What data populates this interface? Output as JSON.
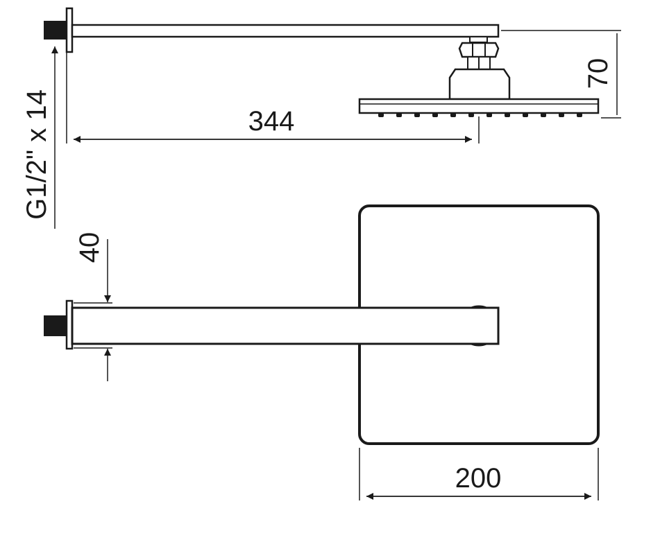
{
  "dimensions": {
    "arm_length": "344",
    "head_height": "70",
    "arm_section": "40",
    "head_width": "200",
    "thread": "G1/2\" x 14"
  },
  "colors": {
    "stroke": "#1a1a1a",
    "fill_dark": "#1a1a1a",
    "background": "#ffffff"
  }
}
